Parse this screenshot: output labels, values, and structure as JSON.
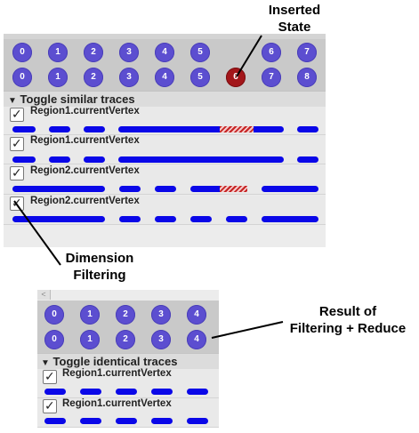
{
  "top_panel": {
    "state_row_1": [
      "0",
      "1",
      "2",
      "3",
      "4",
      "5",
      "6",
      "7"
    ],
    "state_row_2": [
      "0",
      "1",
      "2",
      "3",
      "4",
      "5",
      "6",
      "7",
      "8"
    ],
    "section_header": "Toggle similar traces",
    "traces": [
      {
        "label": "Region1.currentVertex",
        "checked": true
      },
      {
        "label": "Region1.currentVertex",
        "checked": true
      },
      {
        "label": "Region2.currentVertex",
        "checked": true
      },
      {
        "label": "Region2.currentVertex",
        "checked": true
      }
    ]
  },
  "bottom_panel": {
    "scroll_left_glyph": "<",
    "state_row_1": [
      "0",
      "1",
      "2",
      "3",
      "4"
    ],
    "state_row_2": [
      "0",
      "1",
      "2",
      "3",
      "4"
    ],
    "section_header": "Toggle identical traces",
    "traces": [
      {
        "label": "Region1.currentVertex",
        "checked": true
      },
      {
        "label": "Region1.currentVertex",
        "checked": true
      }
    ]
  },
  "annotations": {
    "inserted_state": [
      "Inserted",
      "State"
    ],
    "dimension_filtering": [
      "Dimension",
      "Filtering"
    ],
    "result": [
      "Result of",
      "Filtering + Reduce"
    ]
  },
  "symbols": {
    "collapse_triangle": "▼",
    "check_mark": "✓"
  },
  "colors": {
    "state_circle": "#5c4ed0",
    "inserted_state": "#a3161a",
    "trace_segment": "#0a07e8",
    "hatched_difference": "#c62424",
    "panel_bg": "#ececec"
  }
}
